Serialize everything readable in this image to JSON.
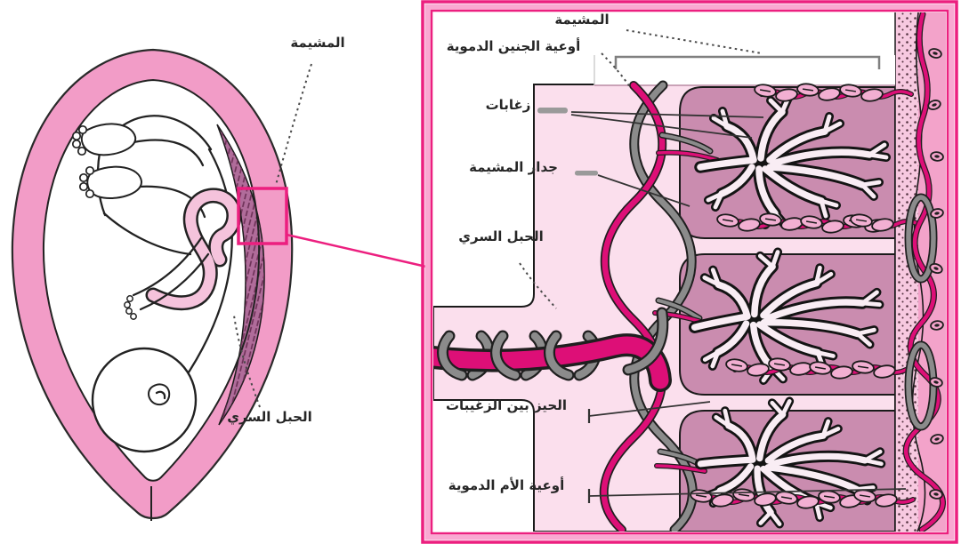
{
  "left_diagram": {
    "labels": {
      "placenta": "المشيمة",
      "umbilical_cord": "الحبل السري"
    }
  },
  "detail_panel": {
    "labels": {
      "placenta": "المشيمة",
      "fetal_blood_vessels": "أوعية الجنين الدموية",
      "villi": "زغابات",
      "placenta_wall": "جدار المشيمة",
      "umbilical_cord": "الحبل السري",
      "intervillous_space": "الحيز بين الزغيبات",
      "maternal_blood_vessels": "أوعية الأم الدموية"
    }
  },
  "colors": {
    "frame_magenta": "#EC1F7F",
    "frame_pink": "#F9A9D2",
    "uterus_wall_pink": "#F29CC7",
    "placenta_dark": "#B06C9A",
    "pale_pink": "#FBDFED",
    "chamber_mauve": "#CA8CAF",
    "vessel_magenta": "#DD0F77",
    "vessel_gray": "#8B8B8B",
    "cord_pink": "#F5C3DC",
    "maternal_pink": "#F3A3CA",
    "decidua_pink": "#F7C9E0",
    "cell_pink": "#F2AFD2",
    "villus_fill": "#F9EDF4",
    "outline": "#1A1A1A",
    "label_color": "#262626"
  }
}
